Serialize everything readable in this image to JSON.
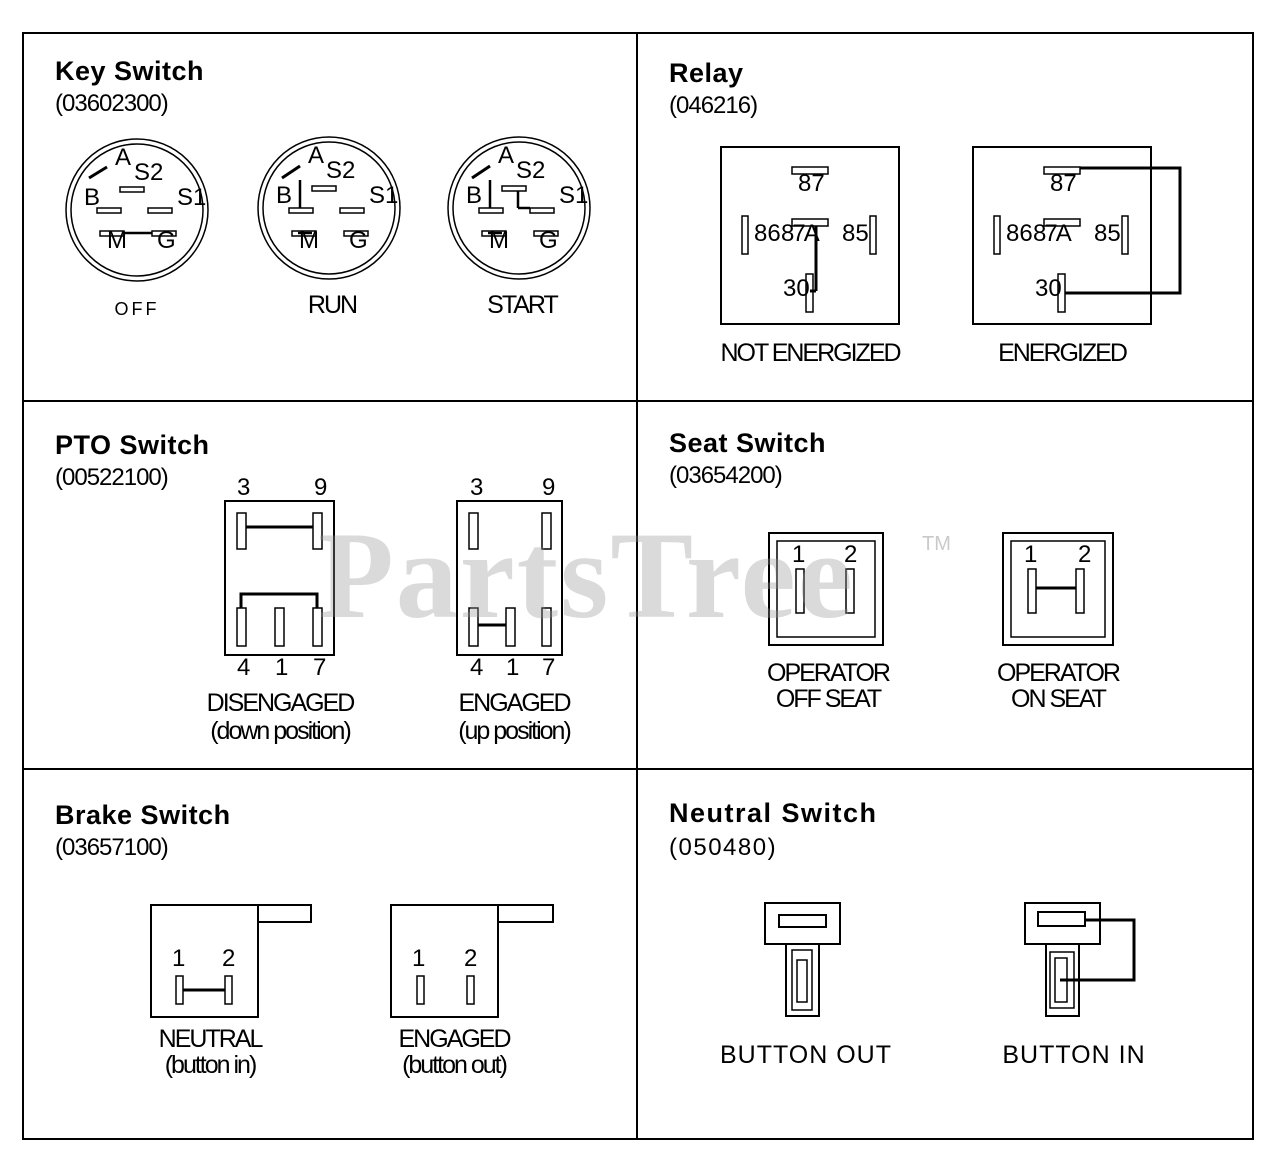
{
  "panels": {
    "key_switch": {
      "title": "Key Switch",
      "code": "(03602300)",
      "terminals": [
        "A",
        "S2",
        "B",
        "S1",
        "M",
        "G"
      ],
      "positions": [
        "OFF",
        "RUN",
        "START"
      ]
    },
    "relay": {
      "title": "Relay",
      "code": "(046216)",
      "terminals": [
        "87",
        "86",
        "87A",
        "85",
        "30"
      ],
      "states": [
        "NOT ENERGIZED",
        "ENERGIZED"
      ]
    },
    "pto_switch": {
      "title": "PTO Switch",
      "code": "(00522100)",
      "top_terminals": [
        "3",
        "9"
      ],
      "bottom_terminals": [
        "4",
        "1",
        "7"
      ],
      "states": [
        {
          "label": "DISENGAGED",
          "sub": "(down position)"
        },
        {
          "label": "ENGAGED",
          "sub": "(up position)"
        }
      ]
    },
    "seat_switch": {
      "title": "Seat Switch",
      "code": "(03654200)",
      "terminals": [
        "1",
        "2"
      ],
      "states": [
        {
          "line1": "OPERATOR",
          "line2": "OFF SEAT"
        },
        {
          "line1": "OPERATOR",
          "line2": "ON SEAT"
        }
      ]
    },
    "brake_switch": {
      "title": "Brake Switch",
      "code": "(03657100)",
      "terminals": [
        "1",
        "2"
      ],
      "states": [
        {
          "label": "NEUTRAL",
          "sub": "(button in)"
        },
        {
          "label": "ENGAGED",
          "sub": "(button out)"
        }
      ]
    },
    "neutral_switch": {
      "title": "Neutral Switch",
      "code": "(050480)",
      "states": [
        "BUTTON OUT",
        "BUTTON IN"
      ]
    }
  },
  "watermark": {
    "text": "PartsTree",
    "mark": "TM"
  }
}
